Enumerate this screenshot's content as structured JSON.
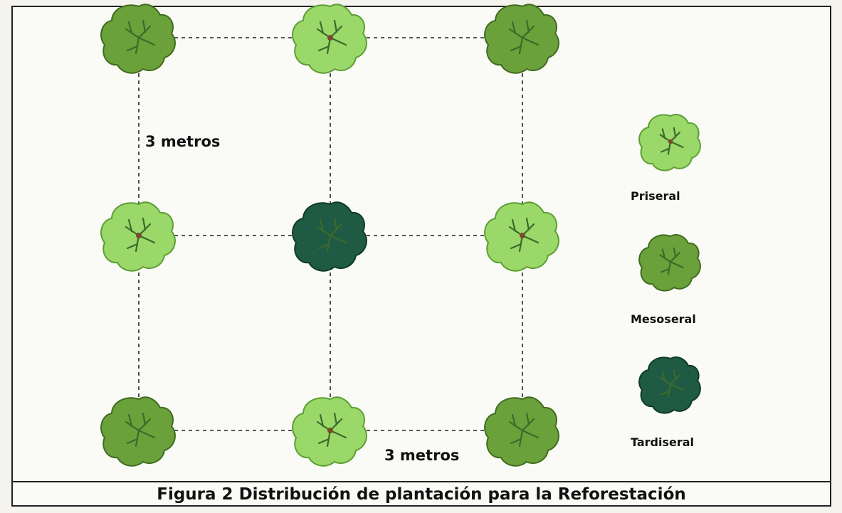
{
  "diagram": {
    "title": "",
    "distance_labels": {
      "vertical": "3 metros",
      "horizontal": "3 metros"
    },
    "legend": [
      {
        "label": "Priseral",
        "color": "#9ad86a"
      },
      {
        "label": "Mesoseral",
        "color": "#6ba13a"
      },
      {
        "label": "Tardiseral",
        "color": "#1f5a45"
      }
    ],
    "grid": {
      "rows": 3,
      "cols": 3,
      "trees": [
        [
          "Mesoseral",
          "Priseral",
          "Mesoseral"
        ],
        [
          "Priseral",
          "Tardiseral",
          "Priseral"
        ],
        [
          "Mesoseral",
          "Priseral",
          "Mesoseral"
        ]
      ]
    },
    "caption": "Figura 2 Distribución de plantación para la Reforestación"
  },
  "colors": {
    "priseral_fill": "#9ad86a",
    "priseral_stroke": "#5d9e33",
    "mesoseral_fill": "#6ba13a",
    "mesoseral_stroke": "#3f6c1f",
    "tardiseral_fill": "#1f5a45",
    "tardiseral_stroke": "#0f3a2c",
    "branch": "#3d6a2a",
    "trunk_dot": "#7a4a2a"
  }
}
